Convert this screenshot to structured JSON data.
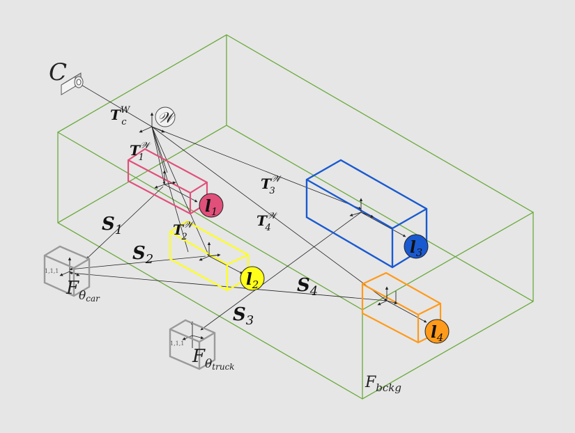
{
  "colors": {
    "background": "#e6e6e6",
    "scene_box": "#6aaa3c",
    "obj1": "#e0507a",
    "obj2": "#ffff1a",
    "obj3": "#1a5ad0",
    "obj4": "#ff9a1a",
    "cube": "#9a9a9a"
  },
  "camera": {
    "label": "C"
  },
  "world": {
    "label": "𝒲"
  },
  "transforms": {
    "Tc": {
      "base": "T",
      "sub": "c",
      "sup": "W"
    },
    "T1": {
      "base": "T",
      "sub": "1",
      "sup": "𝒲"
    },
    "T2": {
      "base": "T",
      "sub": "2",
      "sup": "𝒲"
    },
    "T3": {
      "base": "T",
      "sub": "3",
      "sup": "𝒲"
    },
    "T4": {
      "base": "T",
      "sub": "4",
      "sup": "𝒲"
    }
  },
  "objects": {
    "l1": {
      "base": "l",
      "sub": "1"
    },
    "l2": {
      "base": "l",
      "sub": "2"
    },
    "l3": {
      "base": "l",
      "sub": "3"
    },
    "l4": {
      "base": "l",
      "sub": "4"
    }
  },
  "scales": {
    "S1": {
      "base": "S",
      "sub": "1"
    },
    "S2": {
      "base": "S",
      "sub": "2"
    },
    "S3": {
      "base": "S",
      "sub": "3"
    },
    "S4": {
      "base": "S",
      "sub": "4"
    }
  },
  "functions": {
    "car": {
      "base": "F",
      "sub": "θ",
      "sub2": "car",
      "cube_text": "1,1,1"
    },
    "truck": {
      "base": "F",
      "sub": "θ",
      "sub2": "truck",
      "cube_text": "1,1,1"
    },
    "bckg": {
      "base": "F",
      "sub": "bckg"
    }
  }
}
